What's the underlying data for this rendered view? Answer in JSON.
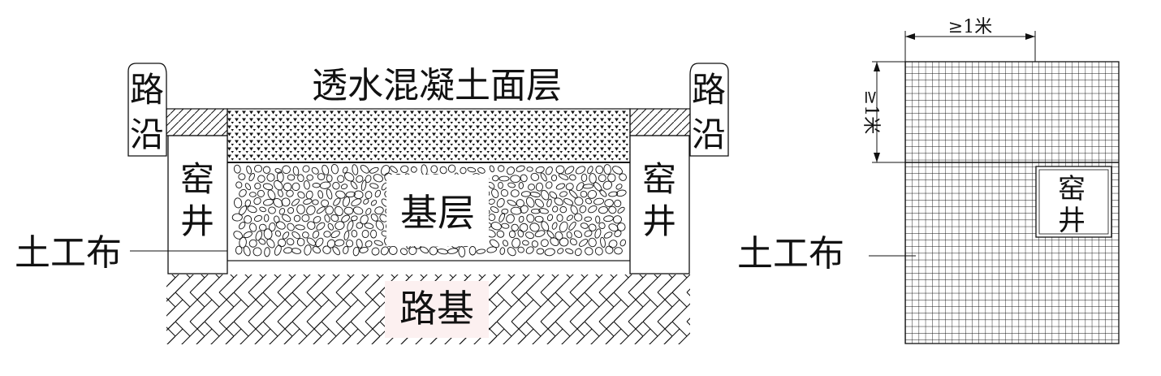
{
  "cross_section": {
    "surface_label": "透水混凝土面层",
    "curb_left": "路沿",
    "curb_right": "路沿",
    "well_left": "窑井",
    "well_right": "窑井",
    "base_label": "基层",
    "geotextile_label": "土工布",
    "subgrade_label": "路基"
  },
  "plan_view": {
    "dim_horizontal": "≥1米",
    "dim_vertical": "≥1米",
    "well_label": "窑井",
    "geotextile_label": "土工布"
  },
  "colors": {
    "line": "#111111",
    "background": "#ffffff",
    "subgrade_label_bg": "#fcf0f0"
  }
}
